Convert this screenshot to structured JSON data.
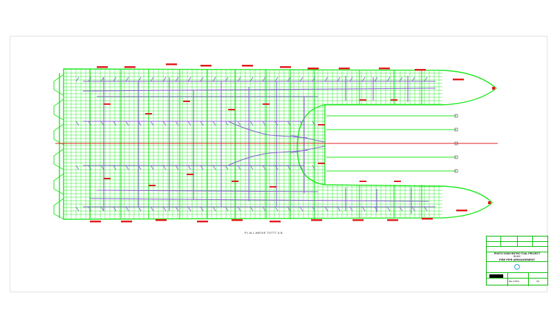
{
  "drawing": {
    "caption": "PL ALL ABOVE TOTTT A.B."
  },
  "title_block": {
    "project": "PHOTO SONG BUTHO TUAL PROJECT",
    "subtitle": "BUMC",
    "title": "FIRE PIPE ARRANGEMENT",
    "footer_left": "REL #TRIO",
    "footer_right": "NN"
  },
  "colors": {
    "structure": "#19e819",
    "piping": "#8a63d2",
    "markers": "#e01818",
    "background": "#ffffff"
  }
}
